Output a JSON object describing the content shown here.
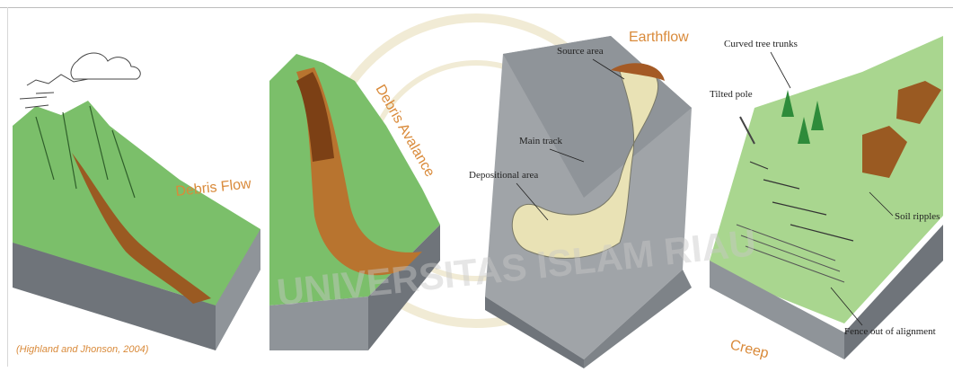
{
  "figure": {
    "citation": "(Highland and Jhonson, 2004)",
    "watermark": "UNIVERSITAS ISLAM RIAU",
    "panels": [
      {
        "label": "Debris Flow"
      },
      {
        "label": "Debris Avalance"
      },
      {
        "label": "Earthflow",
        "callouts": [
          "Source area",
          "Main track",
          "Depositional area"
        ]
      },
      {
        "label": "Creep",
        "callouts": [
          "Curved tree trunks",
          "Tilted pole",
          "Soil ripples",
          "Fence out of alignment"
        ]
      }
    ]
  },
  "colors": {
    "slope_green": "#7bbf6a",
    "slope_green_light": "#a9d68f",
    "block_side": "#8f9499",
    "block_side_dark": "#6f747a",
    "debris_brown": "#9a5a22",
    "earthflow_tan": "#e9e2b5",
    "label_orange": "#d98a3a"
  }
}
